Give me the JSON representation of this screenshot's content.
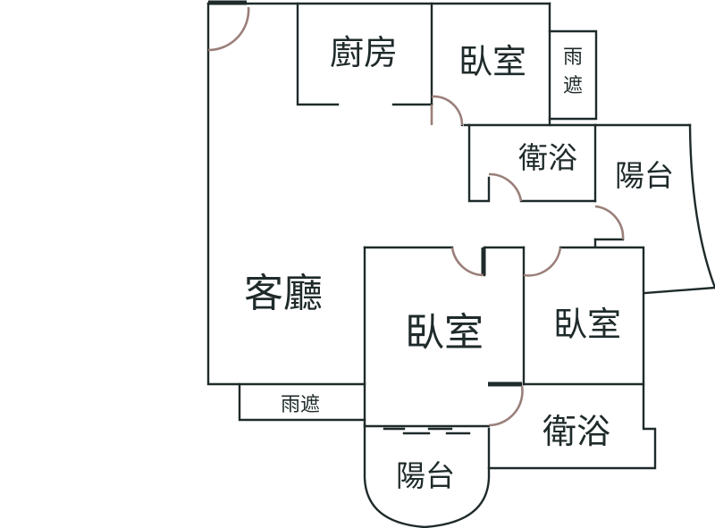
{
  "rooms": {
    "kitchen": "廚房",
    "bedroom_top": "臥室",
    "canopy_top_line1": "雨",
    "canopy_top_line2": "遮",
    "bath_upper": "衛浴",
    "balcony_right": "陽台",
    "living": "客廳",
    "bedroom_center": "臥室",
    "bedroom_right": "臥室",
    "canopy_bottom": "雨遮",
    "bath_lower": "衛浴",
    "balcony_bottom": "陽台"
  },
  "colors": {
    "wall": "#1f2a2a",
    "door_arc": "#9a7f7a",
    "background": "#ffffff"
  }
}
